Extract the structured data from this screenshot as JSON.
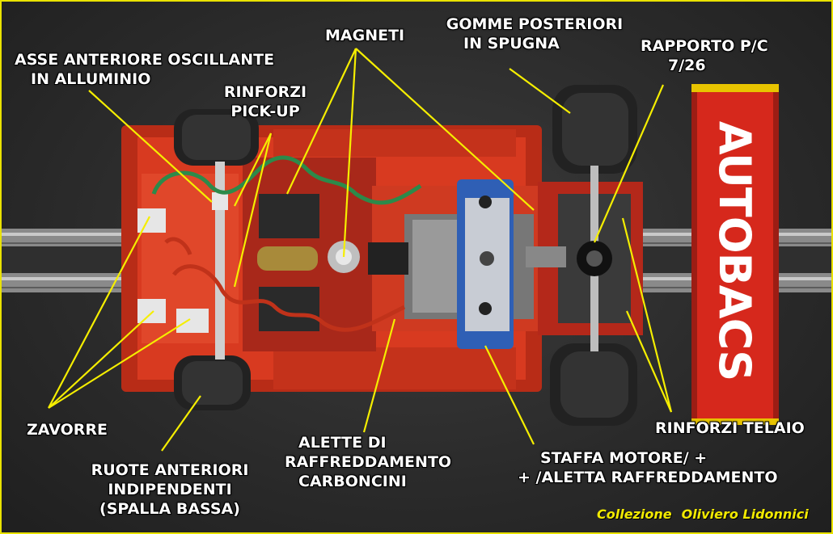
{
  "labels": {
    "asse_anteriore": [
      "ASSE ANTERIORE OSCILLANTE",
      "IN ALLUMINIO"
    ],
    "rinforzi_pickup": [
      "RINFORZI",
      "PICK-UP"
    ],
    "magneti": "MAGNETI",
    "gomme_posteriori": [
      "GOMME POSTERIORI",
      "IN SPUGNA"
    ],
    "rapporto": [
      "RAPPORTO P/C",
      "7/26"
    ],
    "zavorre": "ZAVORRE",
    "ruote_anteriori": [
      "RUOTE ANTERIORI",
      "INDIPENDENTI",
      "(SPALLA BASSA)"
    ],
    "alette": [
      "ALETTE DI",
      "RAFFREDDAMENTO",
      "CARBONCINI"
    ],
    "staffa": [
      "STAFFA MOTORE/ +",
      "+ /ALETTA RAFFREDDAMENTO"
    ],
    "rinforzi_telaio": "RINFORZI TELAIO"
  },
  "wing_brand": "AUTOBACS",
  "credit": {
    "prefix": "Collezione",
    "name": "Oliviero Lidonnici"
  },
  "colors": {
    "chassis_red": "#d83a20",
    "label_text": "#ffffff",
    "leader_line": "#f5ee00",
    "credit_text": "#f2ea00",
    "frame": "#e9e200"
  }
}
